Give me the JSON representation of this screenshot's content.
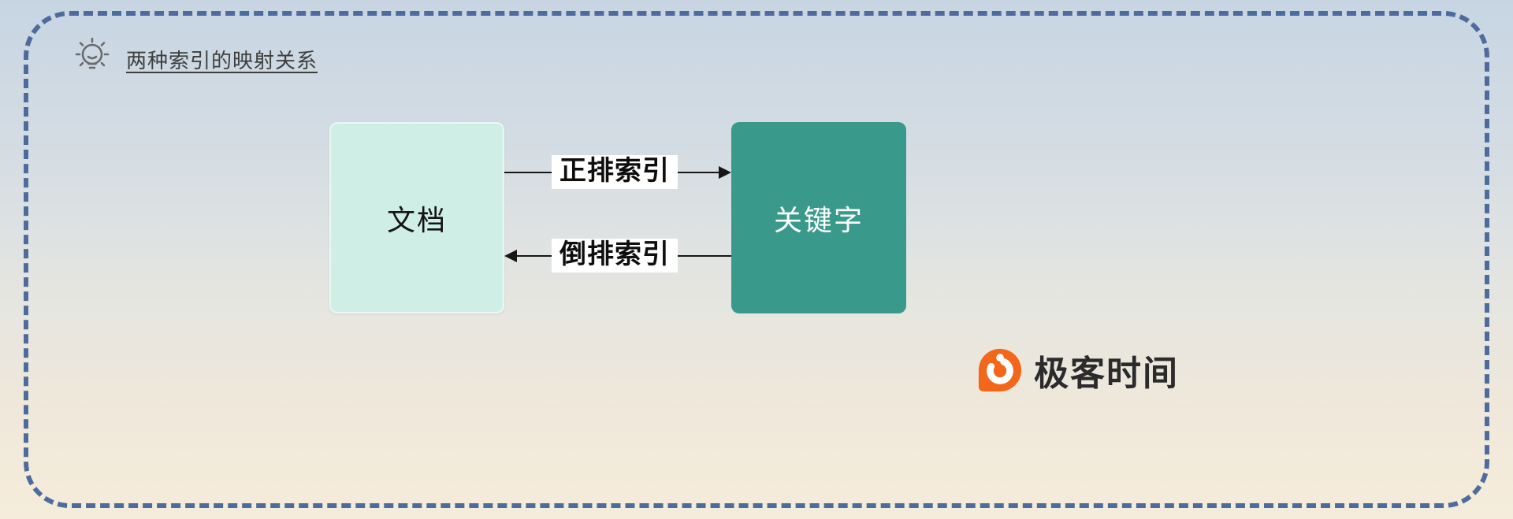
{
  "header": {
    "icon": "lightbulb-icon",
    "title": "两种索引的映射关系"
  },
  "diagram": {
    "nodes": {
      "document": {
        "label": "文档"
      },
      "keyword": {
        "label": "关键字"
      }
    },
    "arrows": [
      {
        "label": "正排索引",
        "from": "文档",
        "to": "关键字",
        "direction": "right"
      },
      {
        "label": "倒排索引",
        "from": "关键字",
        "to": "文档",
        "direction": "left"
      }
    ]
  },
  "logo": {
    "icon": "geektime-logo-icon",
    "text": "极客时间"
  },
  "colors": {
    "frame_dash": "#4d6c9d",
    "background_top": "#c7d5e3",
    "background_bottom": "#f5ecdb",
    "document_box": "#cfeee5",
    "keyword_box": "#399a8b",
    "arrow": "#161616",
    "label_background": "#ffffff",
    "logo_orange": "#f2671a"
  }
}
